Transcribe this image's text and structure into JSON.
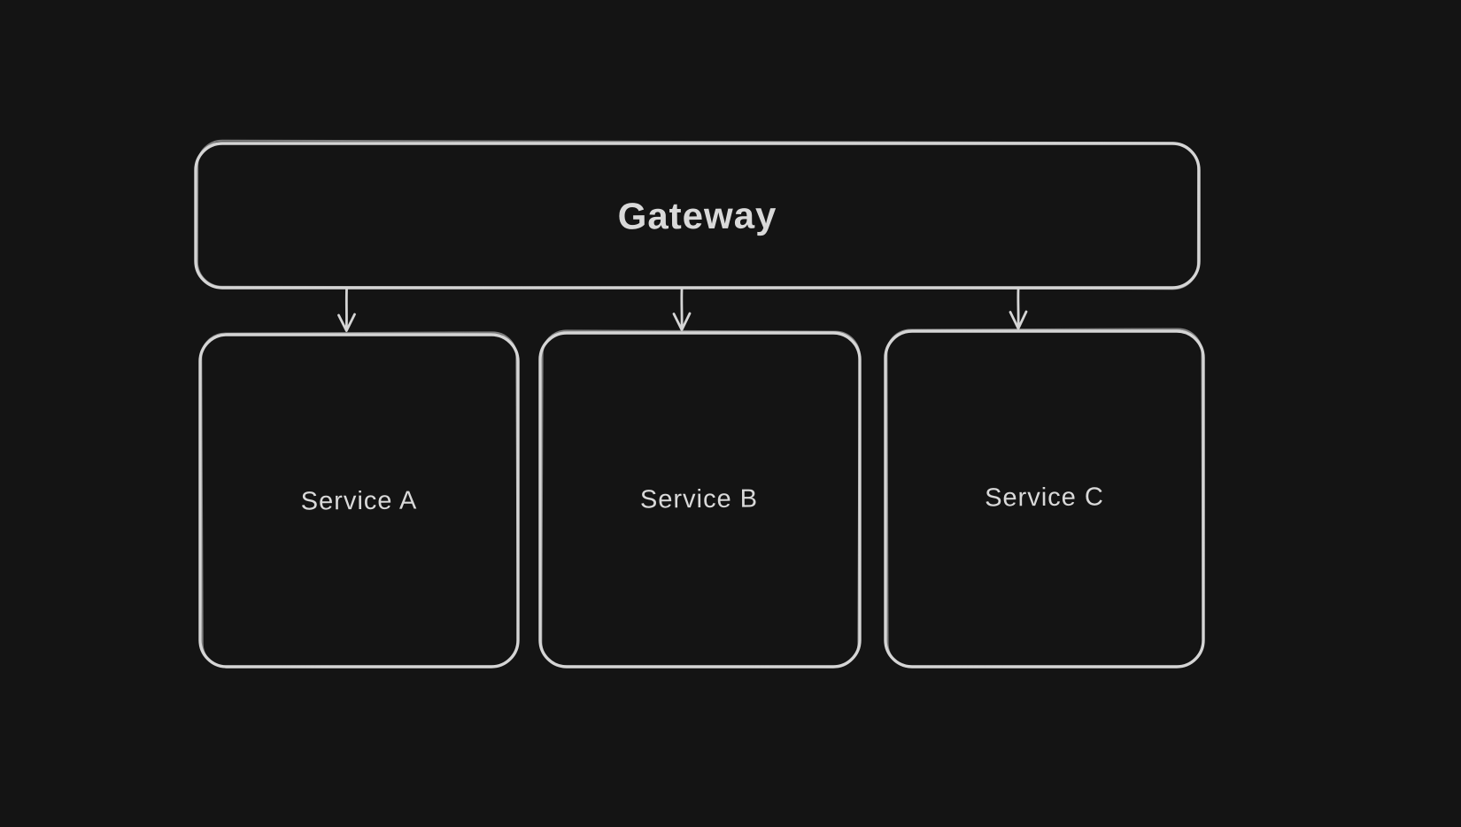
{
  "diagram": {
    "type": "flowchart",
    "background_color": "#141414",
    "stroke_color": "#d5d5d5",
    "text_color": "#d9d9d9",
    "nodes": [
      {
        "id": "gateway",
        "label": "Gateway",
        "shape": "rounded-rectangle"
      },
      {
        "id": "service-a",
        "label": "Service A",
        "shape": "rounded-rectangle"
      },
      {
        "id": "service-b",
        "label": "Service B",
        "shape": "rounded-rectangle"
      },
      {
        "id": "service-c",
        "label": "Service C",
        "shape": "rounded-rectangle"
      }
    ],
    "edges": [
      {
        "from": "gateway",
        "to": "service-a",
        "style": "arrow-down"
      },
      {
        "from": "gateway",
        "to": "service-b",
        "style": "arrow-down"
      },
      {
        "from": "gateway",
        "to": "service-c",
        "style": "arrow-down"
      }
    ]
  }
}
